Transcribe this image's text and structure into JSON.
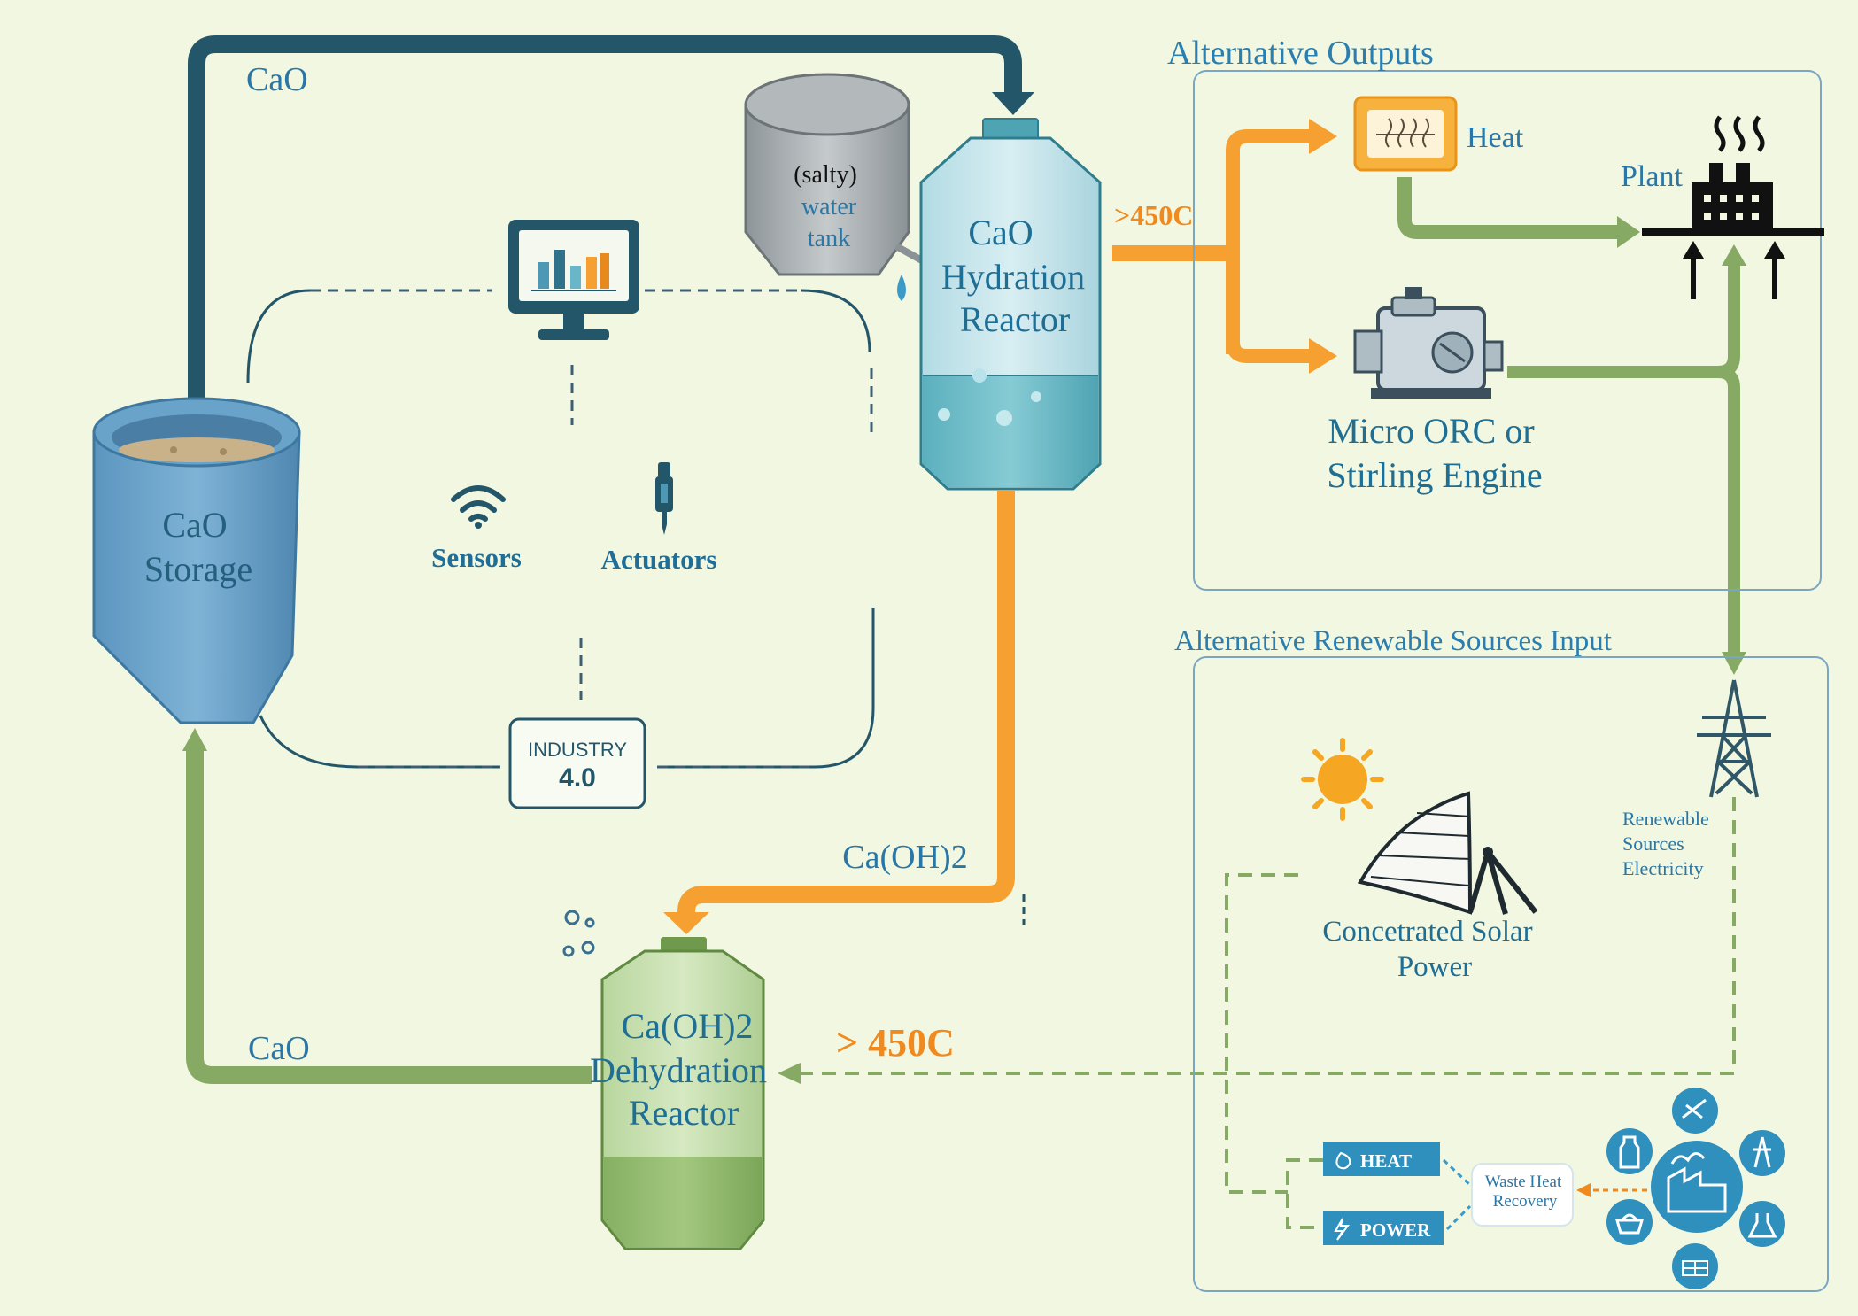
{
  "colors": {
    "background": "#f2f7e1",
    "dark_teal": "#24566a",
    "orange": "#f5a030",
    "green": "#86aa64",
    "label_blue": "#2a77a6",
    "heading_blue": "#2a7fb0"
  },
  "flows": {
    "cao_top": "CaO",
    "cao_bottom": "CaO",
    "caoh2": "Ca(OH)2",
    "hot_output": ">450C",
    "hot_input": "> 450C"
  },
  "storage": {
    "line1": "CaO",
    "line2": "Storage"
  },
  "hydration_reactor": {
    "line1": "CaO",
    "line2": "Hydration",
    "line3": "Reactor"
  },
  "water_tank": {
    "line1": "(salty)",
    "line2": "water",
    "line3": "tank"
  },
  "dehydration_reactor": {
    "line1": "Ca(OH)2",
    "line2": "Dehydration",
    "line3": "Reactor"
  },
  "control_loop": {
    "sensors": "Sensors",
    "actuators": "Actuators",
    "industry_line1": "INDUSTRY",
    "industry_line2": "4.0"
  },
  "outputs": {
    "title": "Alternative Outputs",
    "heat": "Heat",
    "plant": "Plant",
    "engine_line1": "Micro ORC or",
    "engine_line2": "Stirling Engine"
  },
  "inputs": {
    "title": "Alternative Renewable Sources Input",
    "electricity_line1": "Renewable",
    "electricity_line2": "Sources",
    "electricity_line3": "Electricity",
    "solar_line1": "Concetrated Solar",
    "solar_line2": "Power",
    "heat_badge": "HEAT",
    "power_badge": "POWER",
    "waste_line1": "Waste Heat",
    "waste_line2": "Recovery"
  }
}
